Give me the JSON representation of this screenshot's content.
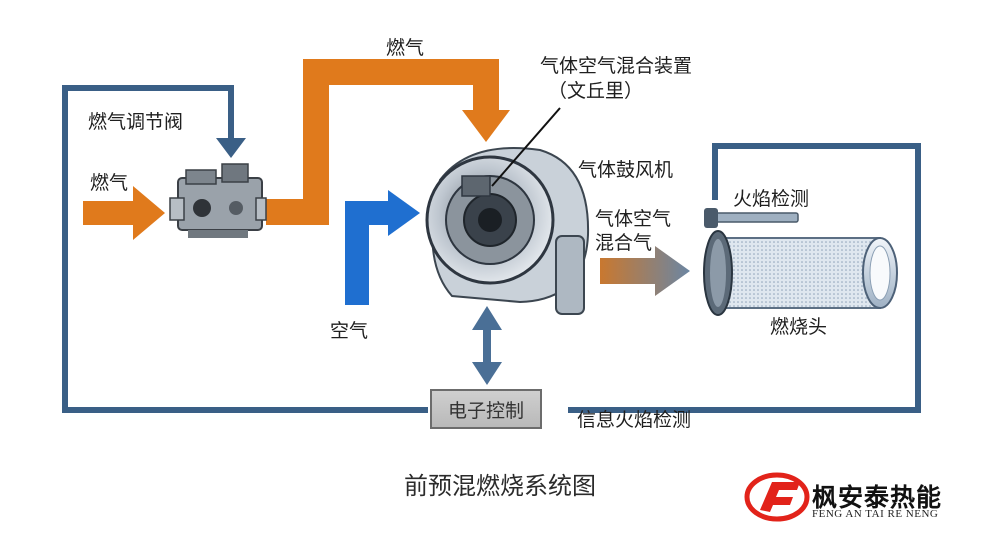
{
  "labels": {
    "gas_top": "燃气",
    "gas_valve": "燃气调节阀",
    "gas_in": "燃气",
    "mixer_line1": "气体空气混合装置",
    "mixer_line2": "（文丘里）",
    "blower": "气体鼓风机",
    "flame_detect": "火焰检测",
    "mixed_line1": "气体空气",
    "mixed_line2": "混合气",
    "burner_head": "燃烧头",
    "air": "空气",
    "controller": "电子控制",
    "signal": "信息火焰检测"
  },
  "title": "前预混燃烧系统图",
  "logo": {
    "name_cn": "枫安泰热能",
    "name_en": "FENG AN TAI RE NENG"
  },
  "colors": {
    "gas_flow": "#e07a1c",
    "air_flow": "#1f6fd0",
    "signal_line": "#3a5f86",
    "mixed_flow": "#c07a3a",
    "logo_red": "#e2231a"
  }
}
